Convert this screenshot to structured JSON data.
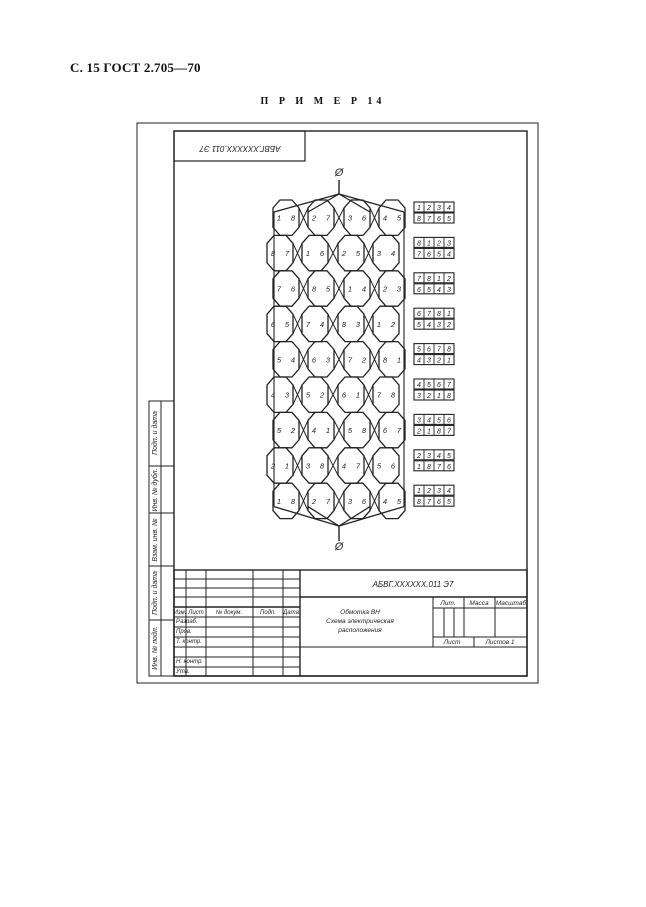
{
  "page_header": "С. 15 ГОСТ 2.705—70",
  "example_title": "П Р И М Е Р  14",
  "top_stamp": "АБВГ.XXXXXX.011 Э7",
  "side_labels": [
    "Подп. и дата",
    "Инв. № дубл.",
    "Взам. инв. №",
    "Подп. и дата",
    "Инв. № подл."
  ],
  "terminal_symbol": "Ø",
  "rows": [
    {
      "labels": [
        "1",
        "8",
        "2",
        "7",
        "3",
        "6",
        "4",
        "5"
      ],
      "box_top": [
        "1",
        "2",
        "3",
        "4"
      ],
      "box_bottom": [
        "8",
        "7",
        "6",
        "5"
      ]
    },
    {
      "labels": [
        "8",
        "7",
        "1",
        "6",
        "2",
        "5",
        "3",
        "4"
      ],
      "box_top": [
        "8",
        "1",
        "2",
        "3"
      ],
      "box_bottom": [
        "7",
        "6",
        "5",
        "4"
      ]
    },
    {
      "labels": [
        "7",
        "6",
        "8",
        "5",
        "1",
        "4",
        "2",
        "3"
      ],
      "box_top": [
        "7",
        "8",
        "1",
        "2"
      ],
      "box_bottom": [
        "6",
        "5",
        "4",
        "3"
      ]
    },
    {
      "labels": [
        "6",
        "5",
        "7",
        "4",
        "8",
        "3",
        "1",
        "2"
      ],
      "box_top": [
        "6",
        "7",
        "8",
        "1"
      ],
      "box_bottom": [
        "5",
        "4",
        "3",
        "2"
      ]
    },
    {
      "labels": [
        "5",
        "4",
        "6",
        "3",
        "7",
        "2",
        "8",
        "1"
      ],
      "box_top": [
        "5",
        "6",
        "7",
        "8"
      ],
      "box_bottom": [
        "4",
        "3",
        "2",
        "1"
      ]
    },
    {
      "labels": [
        "4",
        "3",
        "5",
        "2",
        "6",
        "1",
        "7",
        "8"
      ],
      "box_top": [
        "4",
        "5",
        "6",
        "7"
      ],
      "box_bottom": [
        "3",
        "2",
        "1",
        "8"
      ]
    },
    {
      "labels": [
        "5",
        "2",
        "4",
        "1",
        "5",
        "8",
        "6",
        "7"
      ],
      "box_top": [
        "3",
        "4",
        "5",
        "6"
      ],
      "box_bottom": [
        "2",
        "1",
        "8",
        "7"
      ]
    },
    {
      "labels": [
        "2",
        "1",
        "3",
        "8",
        "4",
        "7",
        "5",
        "6"
      ],
      "box_top": [
        "2",
        "3",
        "4",
        "5"
      ],
      "box_bottom": [
        "1",
        "8",
        "7",
        "6"
      ]
    },
    {
      "labels": [
        "1",
        "8",
        "2",
        "7",
        "3",
        "6",
        "4",
        "5"
      ],
      "box_top": [
        "1",
        "2",
        "3",
        "4"
      ],
      "box_bottom": [
        "8",
        "7",
        "6",
        "5"
      ]
    }
  ],
  "title_block": {
    "designation": "АБВГ.XXXXXX.011 Э7",
    "col_headers": [
      "Изм.",
      "Лист",
      "№ докум.",
      "Подп.",
      "Дата"
    ],
    "row_labels": [
      "Разраб.",
      "Пров.",
      "Т. контр.",
      "Н. контр.",
      "Утв."
    ],
    "name_lines": [
      "Обмотка ВН",
      "Схема электрическая",
      "расположения"
    ],
    "lit_label": "Лит.",
    "mass_label": "Масса",
    "scale_label": "Масштаб",
    "sheet_label": "Лист",
    "sheets_label": "Листов 1"
  }
}
